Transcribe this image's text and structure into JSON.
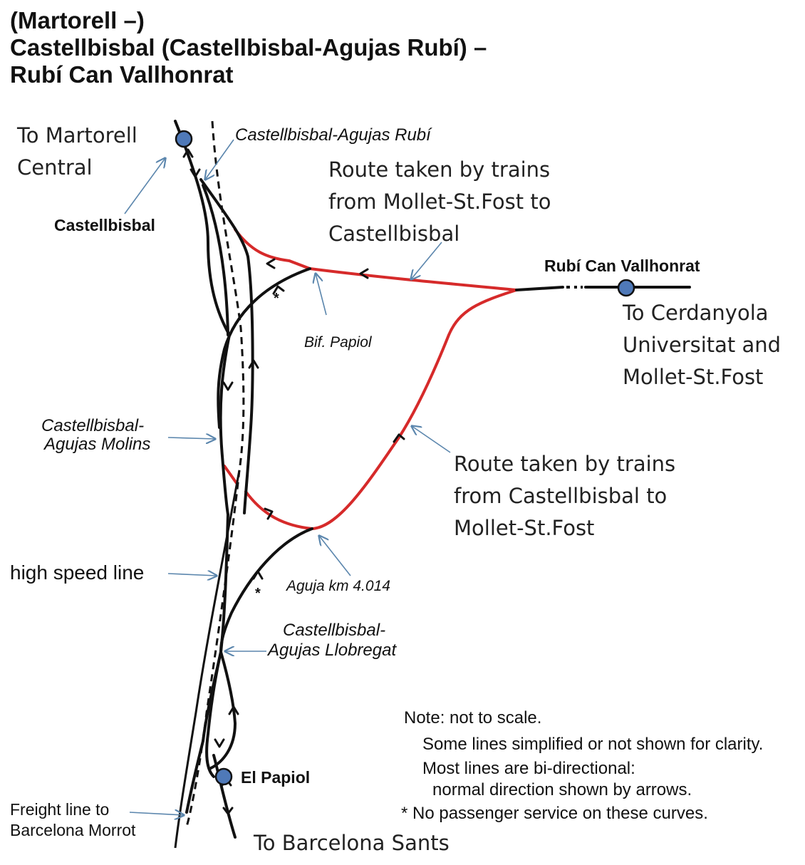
{
  "title": {
    "line1": "(Martorell –)",
    "line2": "Castellbisbal (Castellbisbal-Agujas Rubí) –",
    "line3": "Rubí Can Vallhonrat"
  },
  "labels": {
    "to_martorell_1": "To Martorell",
    "to_martorell_2": "Central",
    "castellbisbal": "Castellbisbal",
    "agujas_rubi": "Castellbisbal-Agujas Rubí",
    "route_top_1": "Route taken by trains",
    "route_top_2": "from Mollet-St.Fost to",
    "route_top_3": "Castellbisbal",
    "rubi_can_vallhonrat": "Rubí Can Vallhonrat",
    "cerdanyola_1": "To  Cerdanyola",
    "cerdanyola_2": "Universitat  and",
    "cerdanyola_3": "Mollet-St.Fost",
    "bif_papiol": "Bif. Papiol",
    "agujas_molins_1": "Castellbisbal-",
    "agujas_molins_2": "Agujas Molins",
    "route_bottom_1": "Route taken by trains",
    "route_bottom_2": "from Castellbisbal to",
    "route_bottom_3": "Mollet-St.Fost",
    "high_speed_line": "high speed line",
    "aguja_km": "Aguja km 4.014",
    "agujas_llobregat_1": "Castellbisbal-",
    "agujas_llobregat_2": "Agujas Llobregat",
    "el_papiol": "El Papiol",
    "freight_1": "Freight line to",
    "freight_2": "Barcelona Morrot",
    "to_barcelona_sants": "To Barcelona Sants",
    "star_1": "*",
    "star_2": "*"
  },
  "notes": {
    "line1": "Note: not to scale.",
    "line2": "Some lines simplified or not shown for clarity.",
    "line3": "Most lines are bi-directional:",
    "line4": "normal direction shown by arrows.",
    "line5": "*  No passenger service on these curves."
  },
  "colors": {
    "track": "#111111",
    "route": "#d62a2a",
    "pointer": "#5b86ad",
    "station_fill": "#4f79b8"
  }
}
